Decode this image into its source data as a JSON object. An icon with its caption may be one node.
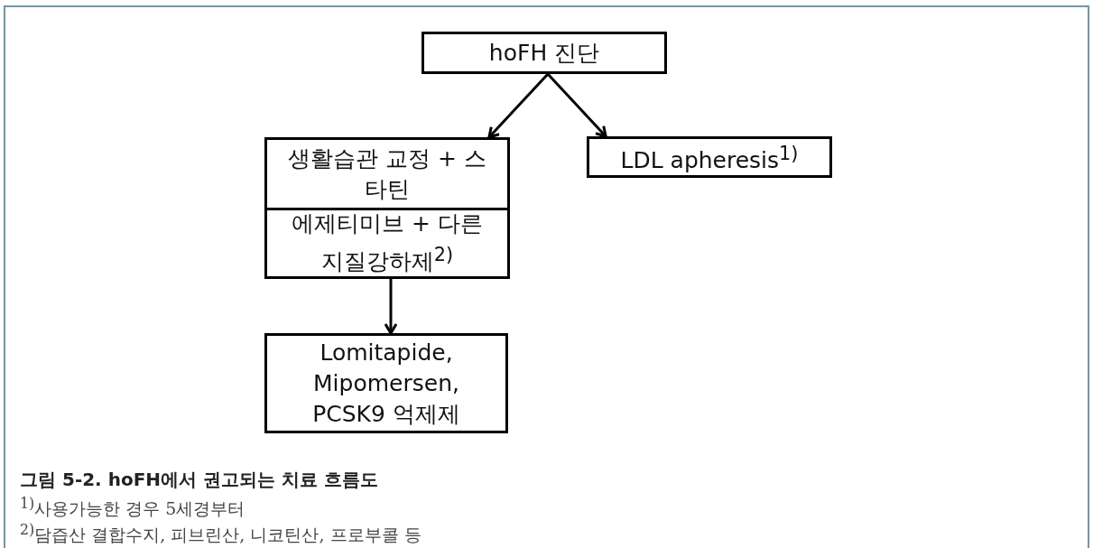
{
  "diagram": {
    "caption": "그림 5-2. hoFH에서 권고되는 치료 흐름도",
    "nodes": [
      {
        "text": [
          "hoFH 진단"
        ]
      },
      {
        "text": [
          "생활습관 교정 + 스타틴"
        ]
      },
      {
        "text": [
          "에제티미브 + 다른 지질강하제$^{2)}$"
        ]
      },
      {
        "text": [
          "LDL apheresis$^{1)}$"
        ]
      },
      {
        "text": [
          "Lomitapide, Mipomersen, PCSK9 억제제"
        ]
      }
    ],
    "edges": [
      {
        "from": 0,
        "to": 1,
        "arrow": "to"
      },
      {
        "from": 0,
        "to": 3,
        "arrow": "to"
      },
      {
        "from": 2,
        "to": 4,
        "arrow": "to"
      }
    ],
    "labels": [
      "$^{1)}$사용가능한 경우 5세경부터",
      "$^{2)}$담즙산 결합수지, 피브린산, 니코틴산, 프로부콜 등"
    ]
  }
}
